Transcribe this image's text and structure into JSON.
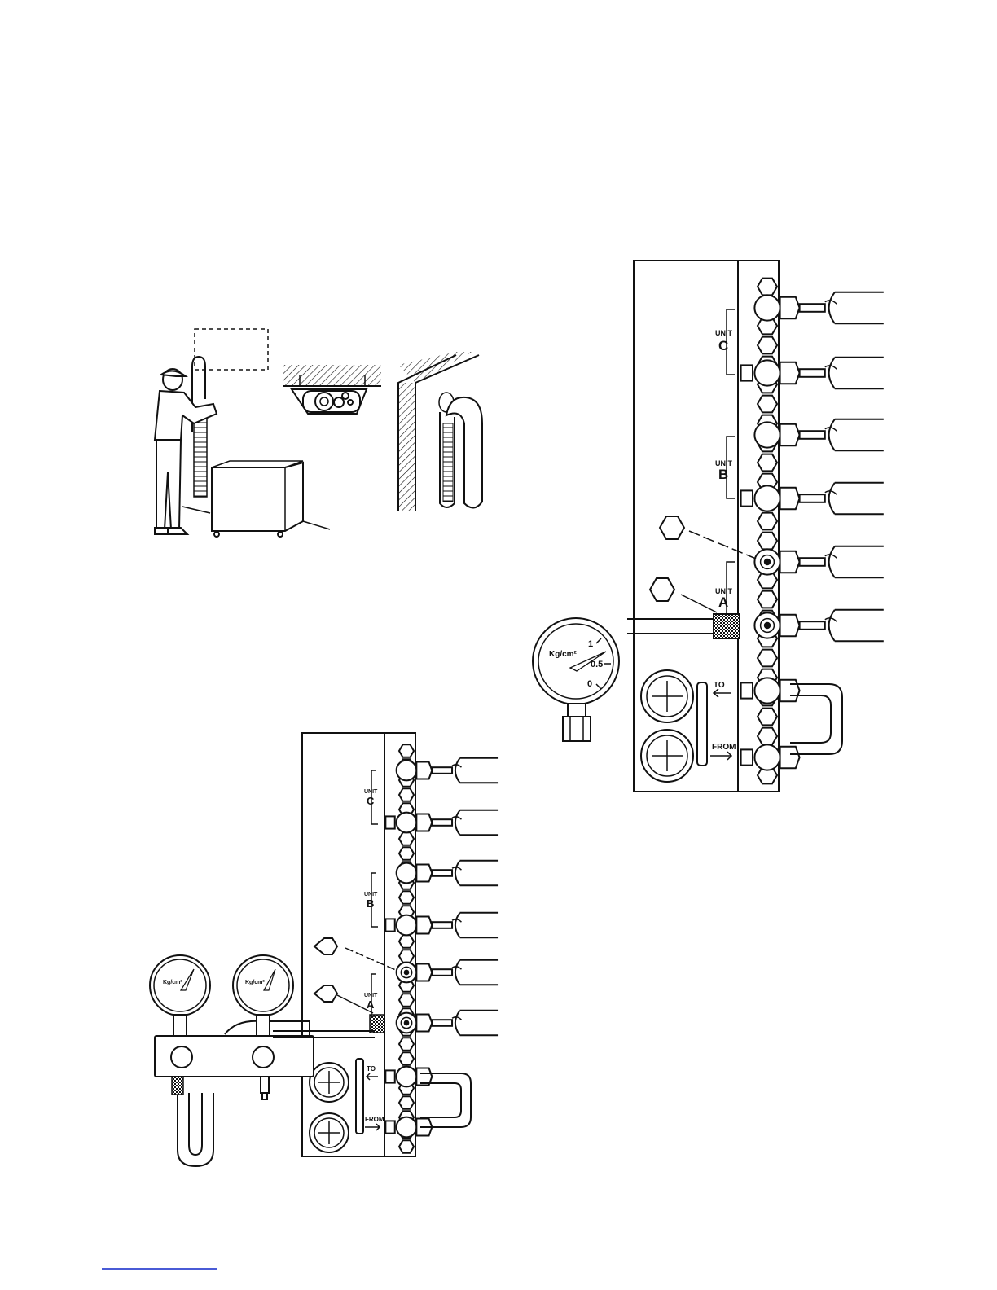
{
  "panels": {
    "installation": {},
    "vacuum_manifold": {
      "labels": {
        "unit_word": "UNIT",
        "unit_c": "C",
        "unit_b": "B",
        "unit_a": "A",
        "to": "TO",
        "from": "FROM"
      },
      "gauges": [
        {
          "unit": "Kg/cm²"
        },
        {
          "unit": "Kg/cm²"
        }
      ]
    },
    "pressure_check": {
      "labels": {
        "unit_word": "UNIT",
        "unit_c": "C",
        "unit_b": "B",
        "unit_a": "A",
        "to": "TO",
        "from": "FROM"
      },
      "gauge": {
        "unit": "Kg/cm²",
        "ticks": [
          "1",
          "0.5",
          "0"
        ]
      }
    }
  },
  "colors": {
    "line": "#111111",
    "link": "#4a5bd6"
  }
}
